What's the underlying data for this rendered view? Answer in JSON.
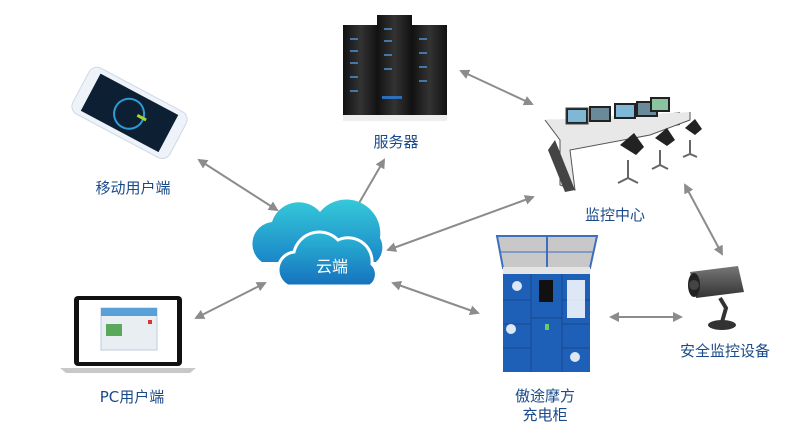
{
  "nodes": {
    "server": {
      "label": "服务器"
    },
    "mobile": {
      "label": "移动用户端"
    },
    "monitor_center": {
      "label": "监控中心"
    },
    "cloud": {
      "label": "云端"
    },
    "pc": {
      "label": "PC用户端"
    },
    "cabinet": {
      "label_line1": "傲途摩方",
      "label_line2": "充电柜"
    },
    "camera": {
      "label": "安全监控设备"
    }
  },
  "connections": [
    {
      "from": "mobile",
      "to": "cloud",
      "bidirectional": true
    },
    {
      "from": "server",
      "to": "cloud",
      "bidirectional": true
    },
    {
      "from": "server",
      "to": "monitor_center",
      "bidirectional": true
    },
    {
      "from": "cloud",
      "to": "monitor_center",
      "bidirectional": true
    },
    {
      "from": "pc",
      "to": "cloud",
      "bidirectional": true
    },
    {
      "from": "cloud",
      "to": "cabinet",
      "bidirectional": true
    },
    {
      "from": "monitor_center",
      "to": "camera",
      "bidirectional": true
    },
    {
      "from": "cabinet",
      "to": "camera",
      "bidirectional": true
    }
  ],
  "colors": {
    "label": "#1a4a8a",
    "arrow": "#8c8c8c",
    "cloud_top": "#2ec4d6",
    "cloud_bottom": "#1a7fc4",
    "cabinet": "#1e5fb8"
  }
}
